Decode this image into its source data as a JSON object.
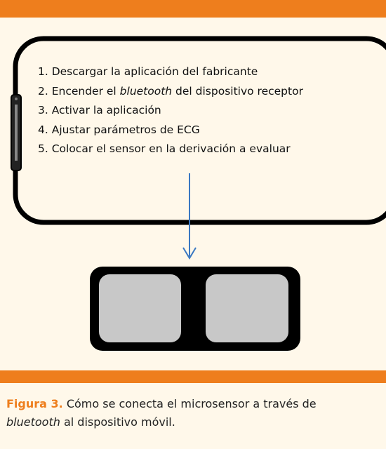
{
  "steps": [
    {
      "text": "1. Descargar la aplicación del fabricante"
    },
    {
      "pre": "2. Encender el ",
      "em": "bluetooth",
      "post": " del dispositivo receptor"
    },
    {
      "text": "3. Activar la aplicación"
    },
    {
      "text": "4. Ajustar parámetros de ECG"
    },
    {
      "text": "5. Colocar el sensor en la derivación a evaluar"
    }
  ],
  "caption": {
    "label": "Figura 3",
    "label_suffix": ".",
    "text": " Cómo se conecta el microsensor a través de",
    "em": "bluetooth",
    "text2": " al dispositivo móvil."
  },
  "colors": {
    "accent": "#EE7E1D",
    "background": "#FFF8EA",
    "arrow": "#3A78C2",
    "electrode_pad": "#C8C8C8",
    "frame": "#000000"
  },
  "icons": [
    "phone-frame",
    "arrow-down-icon",
    "sensor-device"
  ]
}
